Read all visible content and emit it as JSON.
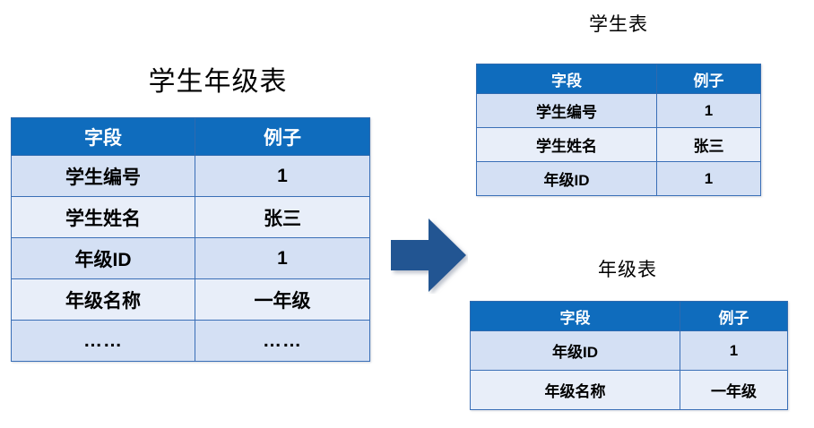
{
  "diagram": {
    "kind": "database-normalization-split",
    "arrow": {
      "name": "right-block-arrow",
      "color": "#215592",
      "direction": "right"
    },
    "colors": {
      "header_blue": "#0F6CBD",
      "row_alt_dark": "#D4E0F4",
      "row_alt_light": "#E8EEF9",
      "border": "#3A6FB7",
      "arrow_blue": "#215592",
      "text": "#000000",
      "header_text": "#FFFFFF"
    }
  },
  "source_table": {
    "title": "学生年级表",
    "columns": [
      "字段",
      "例子"
    ],
    "rows": [
      {
        "field": "学生编号",
        "example": "1"
      },
      {
        "field": "学生姓名",
        "example": "张三"
      },
      {
        "field": "年级ID",
        "example": "1"
      },
      {
        "field": "年级名称",
        "example": "一年级"
      },
      {
        "field": "……",
        "example": "……"
      }
    ]
  },
  "student_table": {
    "title": "学生表",
    "columns": [
      "字段",
      "例子"
    ],
    "rows": [
      {
        "field": "学生编号",
        "example": "1"
      },
      {
        "field": "学生姓名",
        "example": "张三"
      },
      {
        "field": "年级ID",
        "example": "1"
      }
    ]
  },
  "grade_table": {
    "title": "年级表",
    "columns": [
      "字段",
      "例子"
    ],
    "rows": [
      {
        "field": "年级ID",
        "example": "1"
      },
      {
        "field": "年级名称",
        "example": "一年级"
      }
    ]
  }
}
